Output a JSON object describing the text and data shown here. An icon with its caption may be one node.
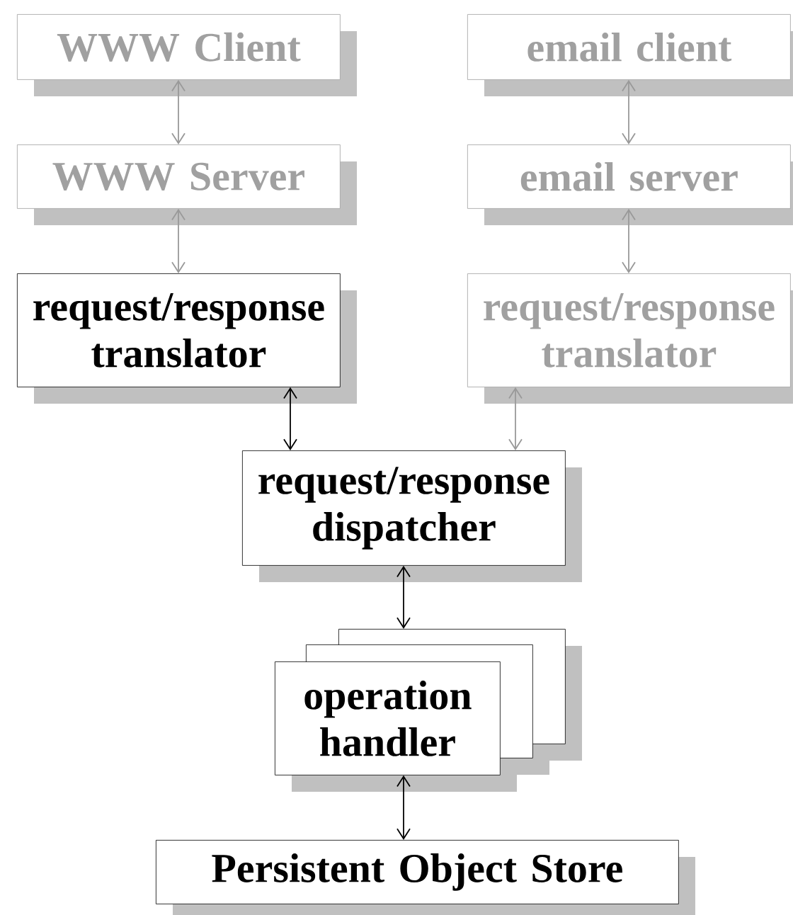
{
  "diagram": {
    "nodes": [
      {
        "text": [
          "WWW Client"
        ]
      },
      {
        "text": [
          "email client"
        ]
      },
      {
        "text": [
          "WWW Server"
        ]
      },
      {
        "text": [
          "email server"
        ]
      },
      {
        "text": [
          "request/response translator"
        ]
      },
      {
        "text": [
          "request/response translator"
        ]
      },
      {
        "text": [
          "request/response dispatcher"
        ]
      },
      {
        "text": [],
        "shape": "box"
      },
      {
        "text": [],
        "shape": "box"
      },
      {
        "text": [
          "operation handler"
        ]
      },
      {
        "text": [
          "Persistent Object Store"
        ]
      }
    ],
    "edges": [
      {
        "from": 0,
        "to": 2,
        "arrow": "both",
        "color": "#999999"
      },
      {
        "from": 1,
        "to": 3,
        "arrow": "both",
        "color": "#999999"
      },
      {
        "from": 2,
        "to": 4,
        "arrow": "both",
        "color": "#999999"
      },
      {
        "from": 3,
        "to": 5,
        "arrow": "both",
        "color": "#999999"
      },
      {
        "from": 4,
        "to": 6,
        "arrow": "both",
        "color": "#000000"
      },
      {
        "from": 5,
        "to": 6,
        "arrow": "both",
        "color": "#999999"
      },
      {
        "from": 6,
        "to": 7,
        "arrow": "both",
        "color": "#000000"
      },
      {
        "from": 9,
        "to": 10,
        "arrow": "both",
        "color": "#000000"
      }
    ]
  }
}
